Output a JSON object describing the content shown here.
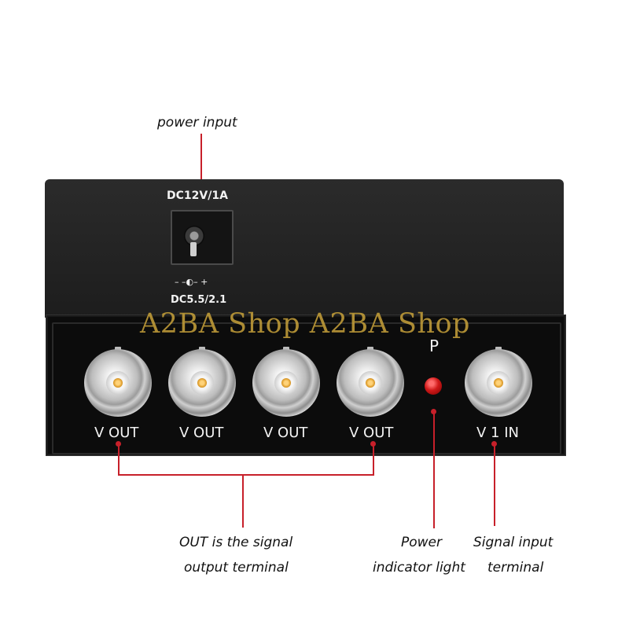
{
  "callouts": {
    "power_input": "power input",
    "out_line1": "OUT is the signal",
    "out_line2": "output terminal",
    "power_line1": "Power",
    "power_line2": "indicator light",
    "signal_line1": "Signal input",
    "signal_line2": "terminal"
  },
  "device": {
    "dc_rating": "DC12V/1A",
    "polarity": "– –◐– +",
    "dc_size": "DC5.5/2.1",
    "indicator_letter": "P",
    "ports": [
      {
        "label": "V OUT"
      },
      {
        "label": "V OUT"
      },
      {
        "label": "V OUT"
      },
      {
        "label": "V OUT"
      },
      {
        "label": "V 1 IN"
      }
    ]
  },
  "watermark": "A2BA Shop A2BA Shop",
  "colors": {
    "callout_line": "#c7202a",
    "led": "#d11a1a",
    "watermark": "#c8a23a",
    "housing": "#1d1d1d"
  }
}
